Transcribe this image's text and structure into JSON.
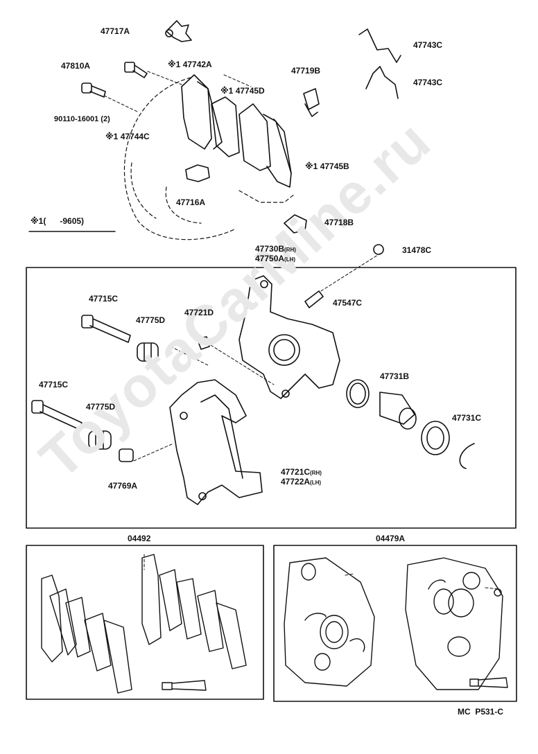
{
  "watermark": "ToyotaCarMine.ru",
  "footer": "MC  P531-C",
  "legend": {
    "mark": "※1",
    "text": "(      -9605)"
  },
  "labels": {
    "p47717A": "47717A",
    "p47810A": "47810A",
    "p90110": "90110-16001 (2)",
    "p47742A": "47742A",
    "p47745D": "47745D",
    "p47744C": "47744C",
    "p47719B": "47719B",
    "p47743C_1": "47743C",
    "p47743C_2": "47743C",
    "p47745B": "47745B",
    "p47716A": "47716A",
    "p47718B": "47718B",
    "p47730B": "47730B",
    "p47730B_sub": "(RH)",
    "p47750A": "47750A",
    "p47750A_sub": "(LH)",
    "p31478C": "31478C",
    "p47715C_1": "47715C",
    "p47775D_1": "47775D",
    "p47721D": "47721D",
    "p47547C": "47547C",
    "p47731B": "47731B",
    "p47715C_2": "47715C",
    "p47775D_2": "47775D",
    "p47731C": "47731C",
    "p47769A": "47769A",
    "p47721C": "47721C",
    "p47721C_sub": "(RH)",
    "p47722A": "47722A",
    "p47722A_sub": "(LH)",
    "kit04492": "04492",
    "kit04479A": "04479A"
  },
  "marks": {
    "m47742A": "※1",
    "m47745D": "※1",
    "m47744C": "※1",
    "m47745B": "※1"
  }
}
